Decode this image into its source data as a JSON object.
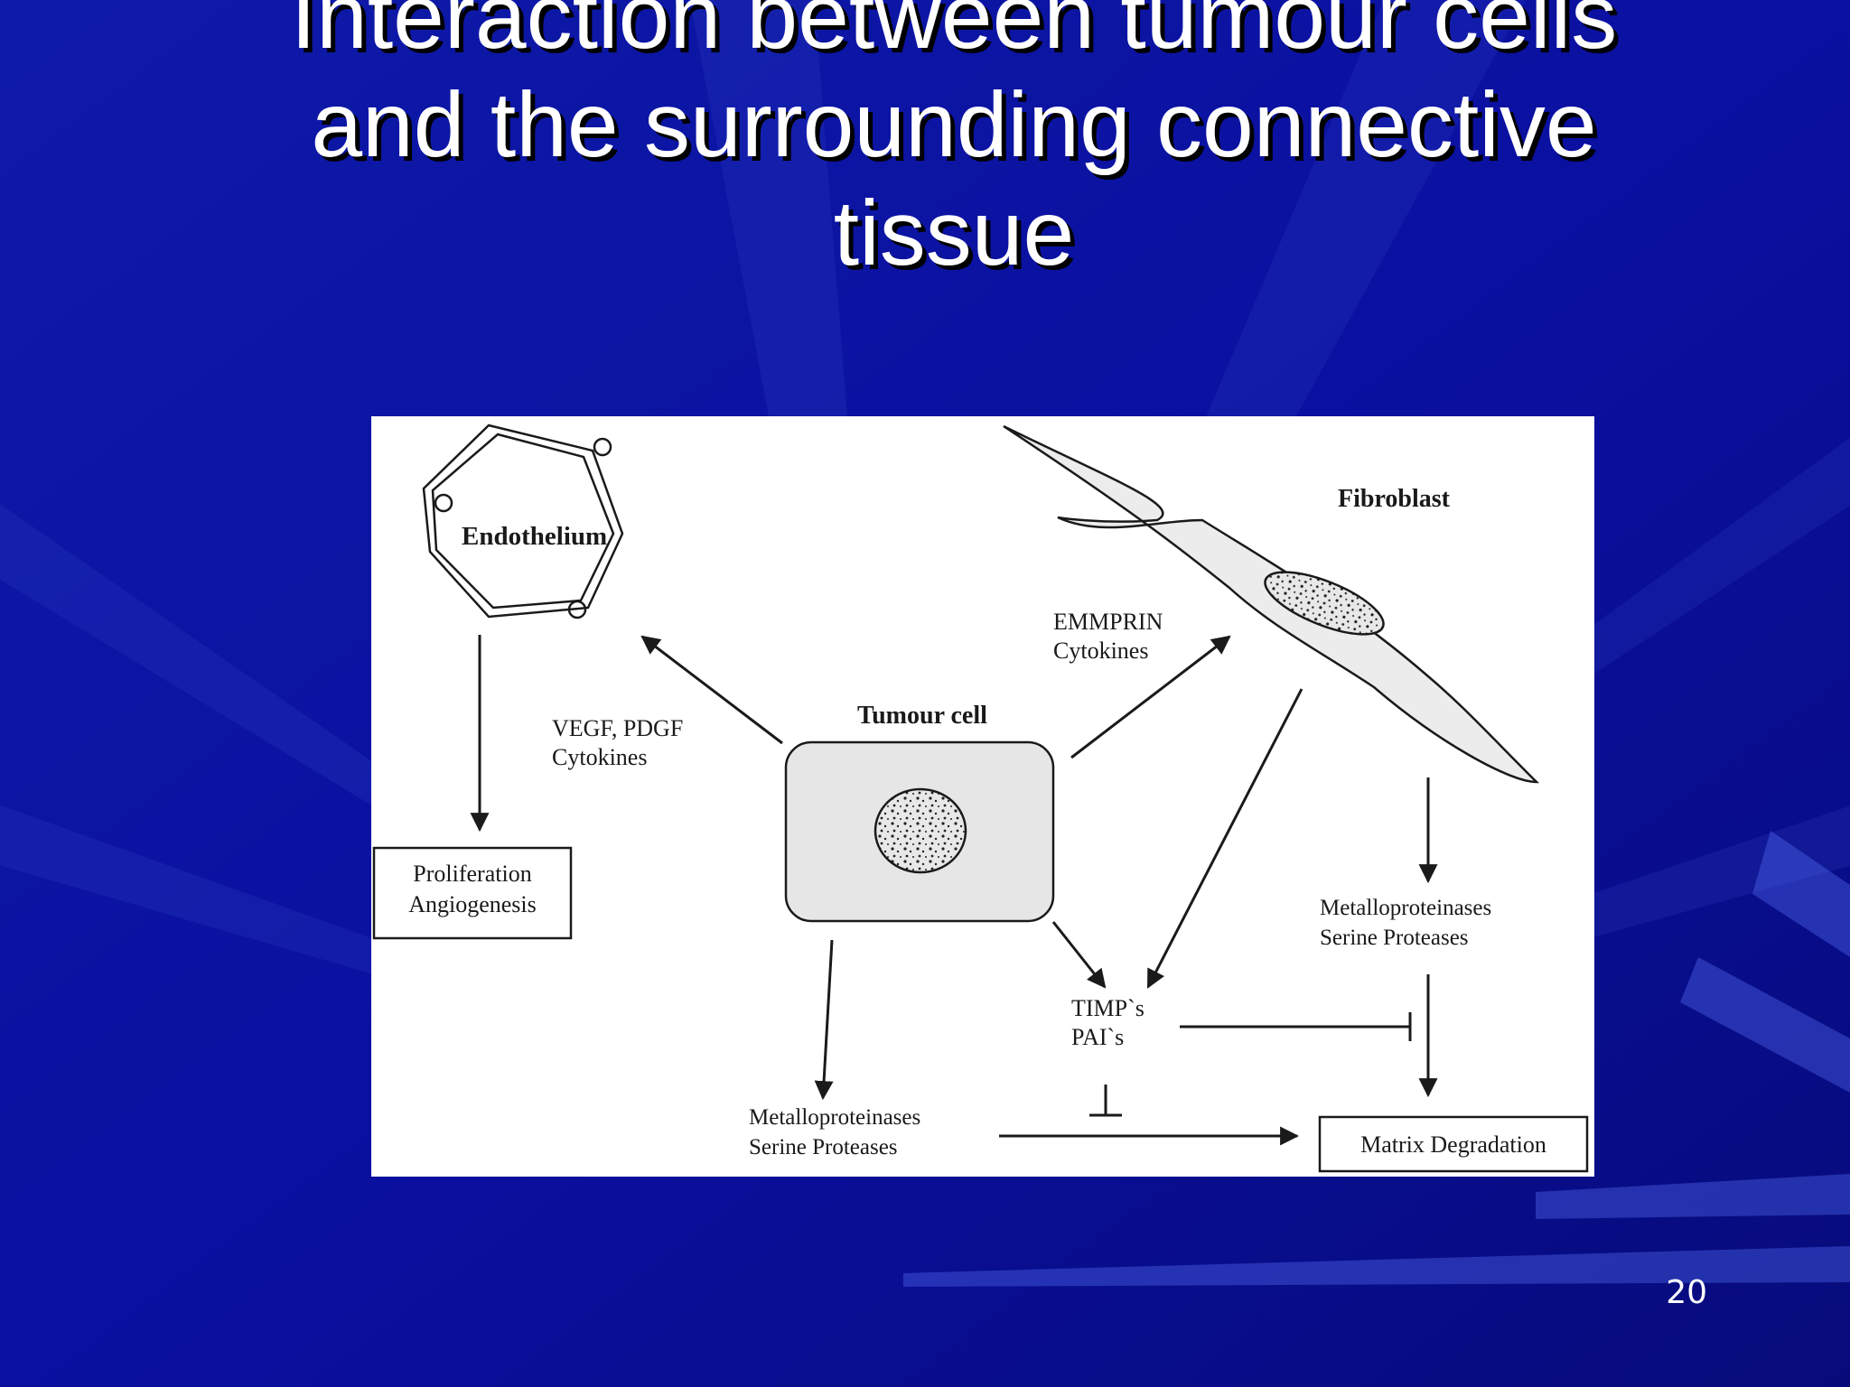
{
  "slide": {
    "title_lines": [
      "Interaction between tumour cells",
      "and the surrounding connective",
      "tissue"
    ],
    "slide_number": "20"
  },
  "diagram": {
    "labels": {
      "endothelium": "Endothelium",
      "fibroblast": "Fibroblast",
      "tumour_cell": "Tumour cell",
      "emmprin_1": "EMMPRIN",
      "emmprin_2": "Cytokines",
      "vegf_1": "VEGF, PDGF",
      "vegf_2": "Cytokines",
      "proliferation_1": "Proliferation",
      "proliferation_2": "Angiogenesis",
      "mmp_right_1": "Metalloproteinases",
      "mmp_right_2": "Serine Proteases",
      "timp_1": "TIMP`s",
      "timp_2": "PAI`s",
      "mmp_bottom_1": "Metalloproteinases",
      "mmp_bottom_2": "Serine Proteases",
      "matrix_degradation": "Matrix Degradation"
    }
  },
  "colors": {
    "background": "#0a0f9e",
    "title_text": "#ffffff",
    "diagram_background": "#ffffff",
    "diagram_ink": "#1a1a1a"
  }
}
